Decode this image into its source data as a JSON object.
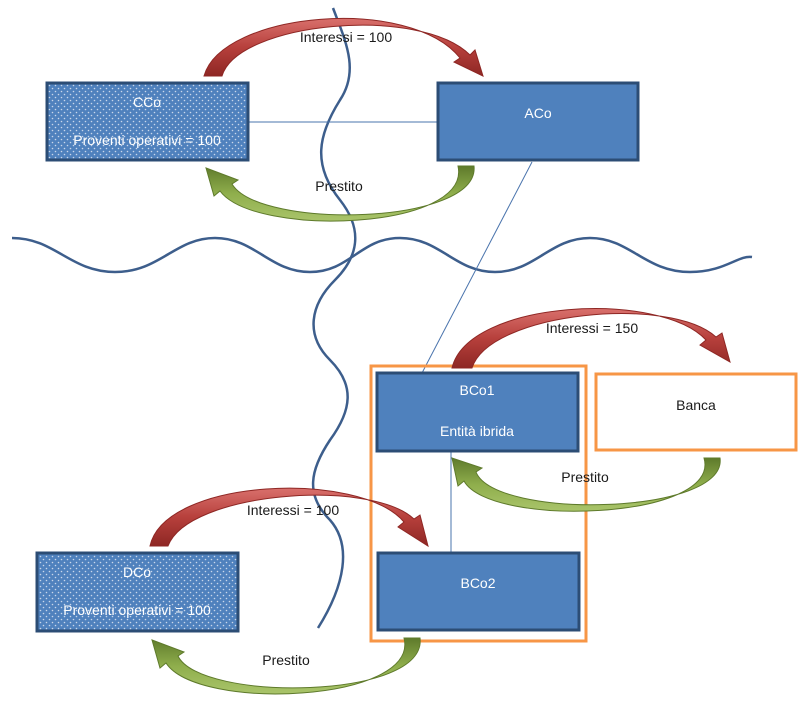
{
  "entities": {
    "cco": {
      "name": "CCo",
      "line2": "Proventi operativi = 100"
    },
    "aco": {
      "name": "ACo"
    },
    "bco1": {
      "name": "BCo1",
      "line2": "Entità ibrida"
    },
    "bco2": {
      "name": "BCo2"
    },
    "dco": {
      "name": "DCo",
      "line2": "Proventi operativi = 100"
    },
    "banca": {
      "name": "Banca"
    }
  },
  "flows": {
    "interest_cco_aco": "Interessi = 100",
    "loan_aco_cco": "Prestito",
    "interest_bco1_banca": "Interessi = 150",
    "loan_banca_bco1": "Prestito",
    "interest_dco_bco2": "Interessi = 100",
    "loan_bco2_dco": "Prestito"
  },
  "colors": {
    "entity_fill": "#4f81bd",
    "entity_border": "#2c4d75",
    "interest_arrow": "#c0504d",
    "loan_arrow": "#77933c",
    "hybrid_group_border": "#f79646",
    "border_line": "#3d5e8c"
  }
}
